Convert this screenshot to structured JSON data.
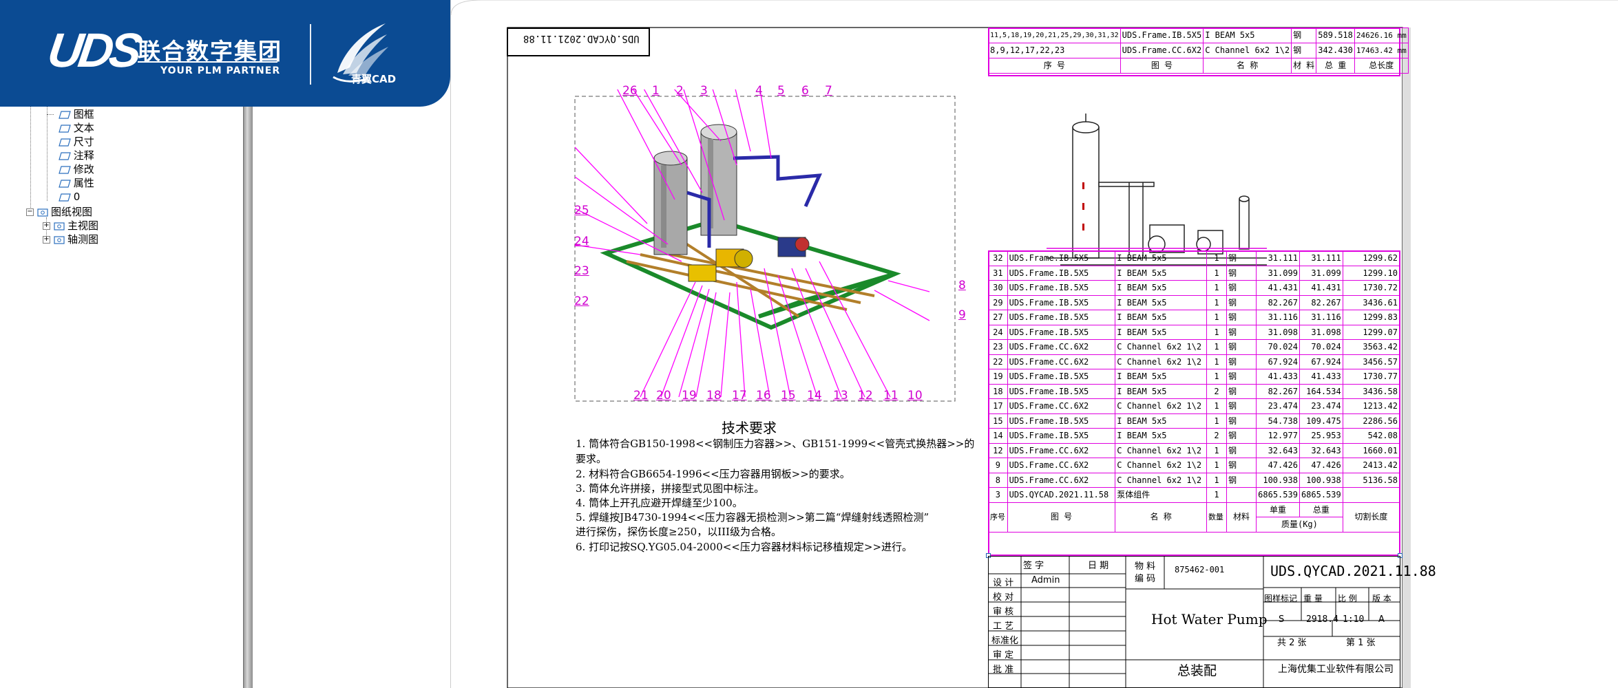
{
  "brand": {
    "logo_mark": "UDS",
    "name_cn": "联合数字集团",
    "tagline": "YOUR PLM PARTNER",
    "product": "青翼CAD",
    "colors": {
      "header_bg": "#0b4b93",
      "balloon": "#d000d0"
    }
  },
  "tree": {
    "layers": [
      "图框",
      "文本",
      "尺寸",
      "注释",
      "修改",
      "属性",
      "0"
    ],
    "views_root": "图纸视图",
    "views": [
      "主视图",
      "轴测图"
    ]
  },
  "drawing": {
    "stamp": "UDS.QYCAD.2021.11.88",
    "balloons_top": [
      "26",
      "1",
      "2",
      "3",
      "4",
      "5",
      "6",
      "7"
    ],
    "balloons_left": [
      "25",
      "24",
      "23",
      "22"
    ],
    "balloons_right": [
      "8",
      "9"
    ],
    "balloons_bottom": [
      "21",
      "20",
      "19",
      "18",
      "17",
      "16",
      "15",
      "14",
      "13",
      "12",
      "11",
      "10"
    ],
    "notes_title": "技术要求",
    "notes": [
      "1. 筒体符合GB150-1998<<钢制压力容器>>、GB151-1999<<管壳式换热器>>的",
      "要求。",
      "2. 材料符合GB6654-1996<<压力容器用钢板>>的要求。",
      "3. 筒体允许拼接，拼接型式见图中标注。",
      "4. 筒体上开孔应避开焊缝至少100。",
      "5. 焊缝按JB4730-1994<<压力容器无损检测>>第二篇“焊缝射线透照检测”",
      "进行探伤，探伤长度≥250，以III级为合格。",
      "6. 打印记按SQ.YG05.04-2000<<压力容器材料标记移植规定>>进行。"
    ]
  },
  "top_table": {
    "rows": [
      [
        "11,5,18,19,20,21,25,29,30,31,32",
        "UDS.Frame.IB.5X5",
        "I BEAM 5x5",
        "钢",
        "589.518",
        "24626.16 mm"
      ],
      [
        "8,9,12,17,22,23",
        "UDS.Frame.CC.6X2",
        "C Channel 6x2 1\\2",
        "钢",
        "342.430",
        "17463.42 mm"
      ]
    ],
    "header": [
      "序 号",
      "图 号",
      "名 称",
      "材 料",
      "总 重",
      "总长度"
    ]
  },
  "bom": {
    "rows": [
      [
        "32",
        "UDS.Frame.IB.5X5",
        "I BEAM 5x5",
        "1",
        "钢",
        "31.111",
        "31.111",
        "1299.62"
      ],
      [
        "31",
        "UDS.Frame.IB.5X5",
        "I BEAM 5x5",
        "1",
        "钢",
        "31.099",
        "31.099",
        "1299.10"
      ],
      [
        "30",
        "UDS.Frame.IB.5X5",
        "I BEAM 5x5",
        "1",
        "钢",
        "41.431",
        "41.431",
        "1730.72"
      ],
      [
        "29",
        "UDS.Frame.IB.5X5",
        "I BEAM 5x5",
        "1",
        "钢",
        "82.267",
        "82.267",
        "3436.61"
      ],
      [
        "27",
        "UDS.Frame.IB.5X5",
        "I BEAM 5x5",
        "1",
        "钢",
        "31.116",
        "31.116",
        "1299.83"
      ],
      [
        "24",
        "UDS.Frame.IB.5X5",
        "I BEAM 5x5",
        "1",
        "钢",
        "31.098",
        "31.098",
        "1299.07"
      ],
      [
        "23",
        "UDS.Frame.CC.6X2",
        "C Channel 6x2 1\\2",
        "1",
        "钢",
        "70.024",
        "70.024",
        "3563.42"
      ],
      [
        "22",
        "UDS.Frame.CC.6X2",
        "C Channel 6x2 1\\2",
        "1",
        "钢",
        "67.924",
        "67.924",
        "3456.57"
      ],
      [
        "19",
        "UDS.Frame.IB.5X5",
        "I BEAM 5x5",
        "1",
        "钢",
        "41.433",
        "41.433",
        "1730.77"
      ],
      [
        "18",
        "UDS.Frame.IB.5X5",
        "I BEAM 5x5",
        "2",
        "钢",
        "82.267",
        "164.534",
        "3436.58"
      ],
      [
        "17",
        "UDS.Frame.CC.6X2",
        "C Channel 6x2 1\\2",
        "1",
        "钢",
        "23.474",
        "23.474",
        "1213.42"
      ],
      [
        "15",
        "UDS.Frame.IB.5X5",
        "I BEAM 5x5",
        "1",
        "钢",
        "54.738",
        "109.475",
        "2286.56"
      ],
      [
        "14",
        "UDS.Frame.IB.5X5",
        "I BEAM 5x5",
        "2",
        "钢",
        "12.977",
        "25.953",
        "542.08"
      ],
      [
        "12",
        "UDS.Frame.CC.6X2",
        "C Channel 6x2 1\\2",
        "1",
        "钢",
        "32.643",
        "32.643",
        "1660.01"
      ],
      [
        "9",
        "UDS.Frame.CC.6X2",
        "C Channel 6x2 1\\2",
        "1",
        "钢",
        "47.426",
        "47.426",
        "2413.42"
      ],
      [
        "8",
        "UDS.Frame.CC.6X2",
        "C Channel 6x2 1\\2",
        "1",
        "钢",
        "100.938",
        "100.938",
        "5136.58"
      ],
      [
        "3",
        "UDS.QYCAD.2021.11.58",
        "泵体组件",
        "1",
        "",
        "6865.539",
        "6865.539",
        ""
      ]
    ],
    "header": {
      "seq": "序号",
      "drawing_no": "图 号",
      "name": "名 称",
      "qty": "数量",
      "material": "材料",
      "unit_weight": "单重",
      "total_weight": "总重",
      "mass_label": "质量(Kg)",
      "cut_length": "切割长度"
    }
  },
  "title_block": {
    "sign": "签 字",
    "date": "日 期",
    "design": "设 计",
    "designer": "Admin",
    "check": "校 对",
    "review": "审 核",
    "process": "工 艺",
    "standard": "标准化",
    "audit": "审 定",
    "approve": "批 准",
    "code_label_1": "物 料",
    "code_label_2": "编 码",
    "code": "875462-001",
    "drawing_number": "UDS.QYCAD.2021.11.88",
    "part_name": "Hot Water Pump",
    "assembly": "总装配",
    "mark_label": "图样标记",
    "weight_label": "重 量",
    "scale_label": "比 例",
    "version_label": "版 本",
    "mark": "S",
    "weight": "2918.4",
    "scale": "1:10",
    "version": "A",
    "sheets_total": "共 2 张",
    "sheet_no": "第 1 张",
    "company": "上海优集工业软件有限公司"
  }
}
